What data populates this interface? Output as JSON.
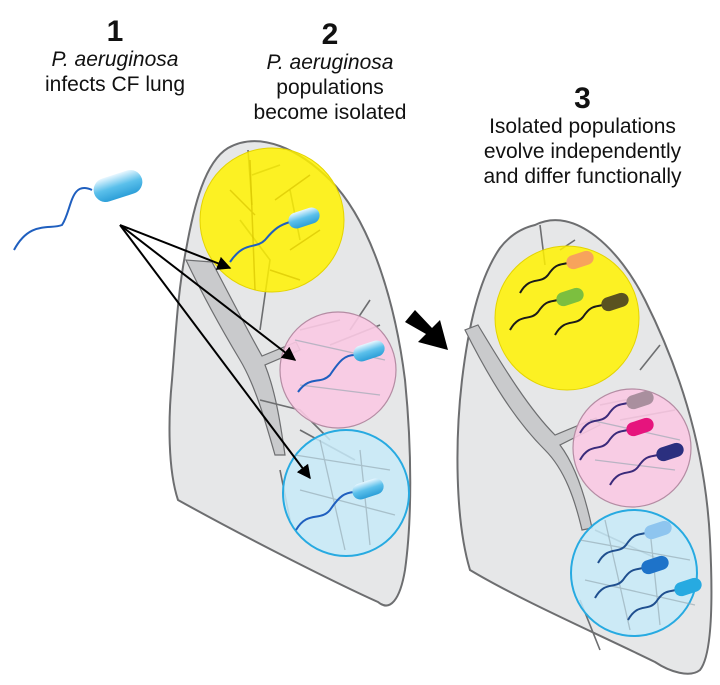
{
  "steps": [
    {
      "number": "1",
      "lines": [
        {
          "text": "P. aeruginosa",
          "italic": true
        },
        {
          "text": "infects CF lung",
          "italic": false
        }
      ]
    },
    {
      "number": "2",
      "lines": [
        {
          "text": "P. aeruginosa",
          "italic": true
        },
        {
          "text": "populations",
          "italic": false
        },
        {
          "text": "become isolated",
          "italic": false
        }
      ]
    },
    {
      "number": "3",
      "lines": [
        {
          "text": "Isolated populations",
          "italic": false
        },
        {
          "text": "evolve independently",
          "italic": false
        },
        {
          "text": "and differ functionally",
          "italic": false
        }
      ]
    }
  ],
  "colors": {
    "lung_fill": "#e6e7e8",
    "lung_stroke": "#6d6e70",
    "airway_fill": "#c9cacc",
    "region_upper": "#fff200",
    "region_middle": "#f9c9e3",
    "region_lower": "#c7eaf8",
    "region_lower_stroke": "#27aae1",
    "arrow": "#000000"
  },
  "bacteria": {
    "initial": {
      "body": "#5bc0eb",
      "flagellum": "#1f5fbf"
    },
    "upper_evolved": [
      "#f7a35c",
      "#7cbf3f",
      "#5a5220"
    ],
    "middle_evolved": [
      "#a98f9e",
      "#e6147d",
      "#2b2f7f"
    ],
    "lower_evolved": [
      "#8ec5ef",
      "#1e73c9",
      "#27aae1"
    ]
  }
}
